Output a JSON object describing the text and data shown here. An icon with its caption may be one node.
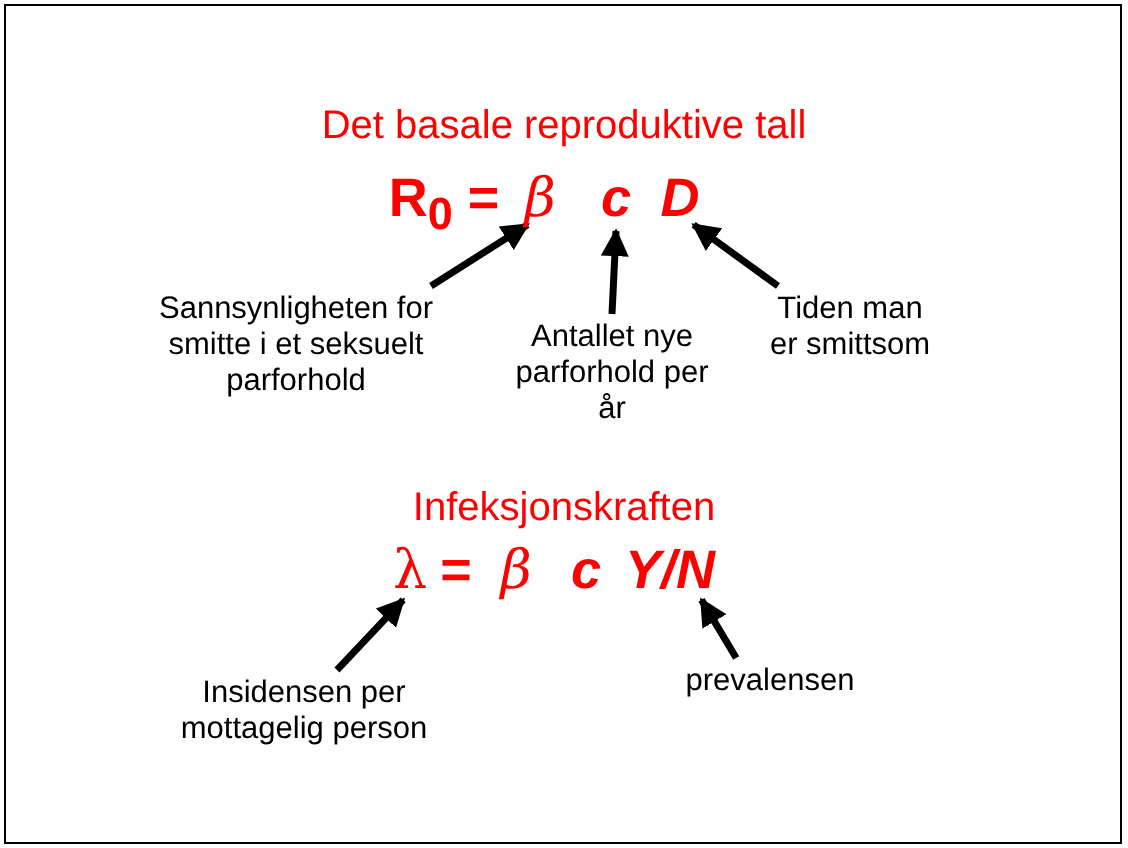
{
  "diagram": {
    "nodes": [
      {
        "text": [
          "β"
        ]
      },
      {
        "text": [
          "c"
        ]
      },
      {
        "text": [
          "D"
        ]
      },
      {
        "text": [
          "Sannsynligheten for smitte i et seksuelt parforhold"
        ]
      },
      {
        "text": [
          "Antallet nye parforhold per år"
        ]
      },
      {
        "text": [
          "Tiden man er smittsom"
        ]
      },
      {
        "text": [
          "λ"
        ]
      },
      {
        "text": [
          "Y/N"
        ]
      },
      {
        "text": [
          "Insidensen per mottagelig person"
        ]
      },
      {
        "text": [
          "prevalensen"
        ]
      }
    ],
    "edges": [
      {
        "from": 3,
        "to": 0,
        "arrow": "to"
      },
      {
        "from": 4,
        "to": 1,
        "arrow": "to"
      },
      {
        "from": 5,
        "to": 2,
        "arrow": "to"
      },
      {
        "from": 8,
        "to": 6,
        "arrow": "to"
      },
      {
        "from": 9,
        "to": 7,
        "arrow": "to"
      }
    ],
    "labels": [
      "Det basale reproduktive tall",
      "R$_{0}$ =",
      "Infeksjonskraften",
      "=",
      "β",
      "c"
    ]
  }
}
